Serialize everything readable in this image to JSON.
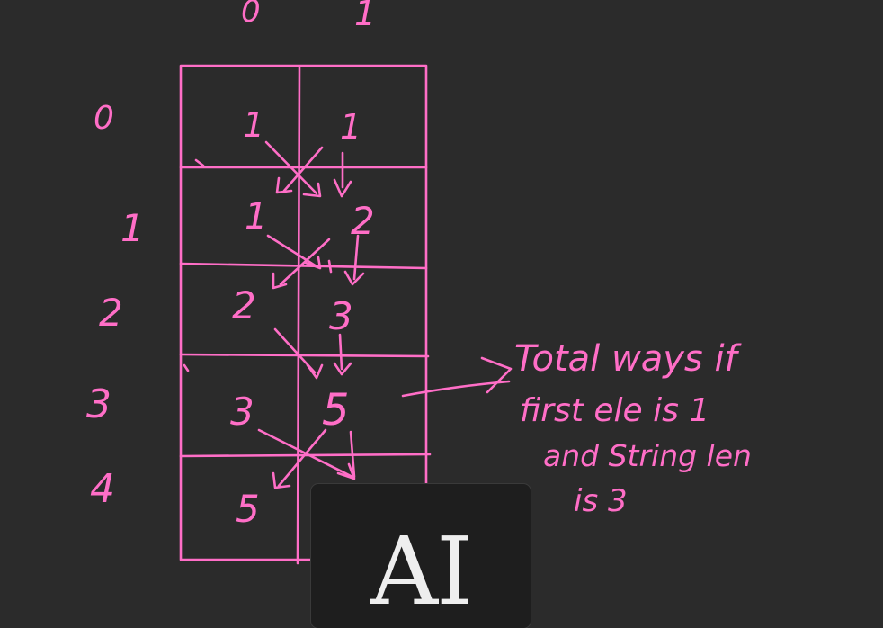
{
  "canvas": {
    "background": "#2b2b2b",
    "ink_color": "#ff6ec7"
  },
  "column_labels": [
    "0",
    "1"
  ],
  "row_labels": [
    "0",
    "1",
    "2",
    "3",
    "4"
  ],
  "table": {
    "rows": [
      [
        "1",
        "1"
      ],
      [
        "1",
        "2"
      ],
      [
        "2",
        "3"
      ],
      [
        "3",
        "5"
      ],
      [
        "5",
        ""
      ]
    ]
  },
  "annotation": {
    "lines": [
      "Total ways if",
      "first ele is 1",
      "and String len",
      "is 3"
    ]
  },
  "overlay": {
    "icon": "text-ai-cursor-icon",
    "label": "AI"
  }
}
